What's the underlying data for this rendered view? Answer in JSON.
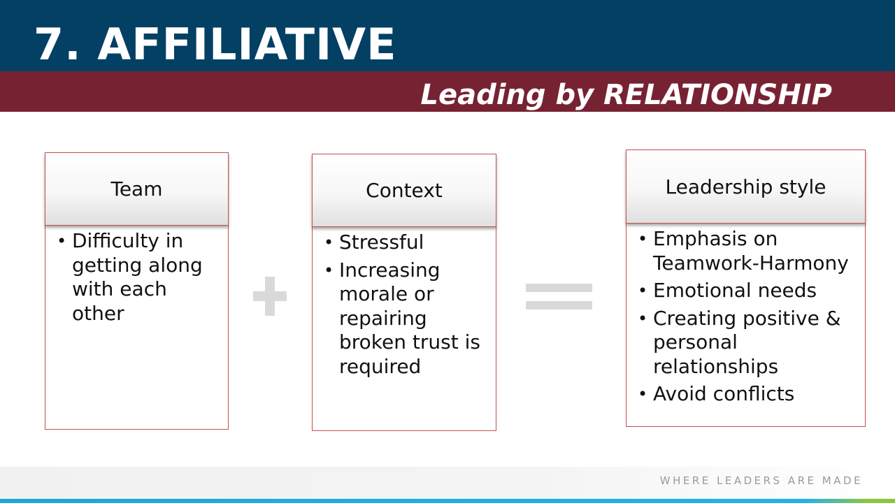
{
  "header": {
    "title": "7. AFFILIATIVE",
    "subtitle": "Leading by RELATIONSHIP"
  },
  "boxes": [
    {
      "heading": "Team",
      "items": [
        "Difficulty in getting along with each other"
      ]
    },
    {
      "heading": "Context",
      "items": [
        "Stressful",
        "Increasing morale or repairing broken trust is required"
      ]
    },
    {
      "heading": "Leadership style",
      "items": [
        "Emphasis on Teamwork-Harmony",
        "Emotional needs",
        "Creating positive & personal relationships",
        "Avoid conflicts"
      ]
    }
  ],
  "operators": {
    "plus_icon": "plus-icon",
    "equals_icon": "equals-icon"
  },
  "footer": {
    "tagline": "WHERE LEADERS ARE MADE"
  },
  "colors": {
    "title_band": "#034064",
    "subtitle_band": "#772232",
    "box_border": "#c0504d",
    "operator_gray": "#d9d9d9",
    "footer_stripe": "#1fa7d9",
    "footer_accent": "#8dc63f"
  }
}
